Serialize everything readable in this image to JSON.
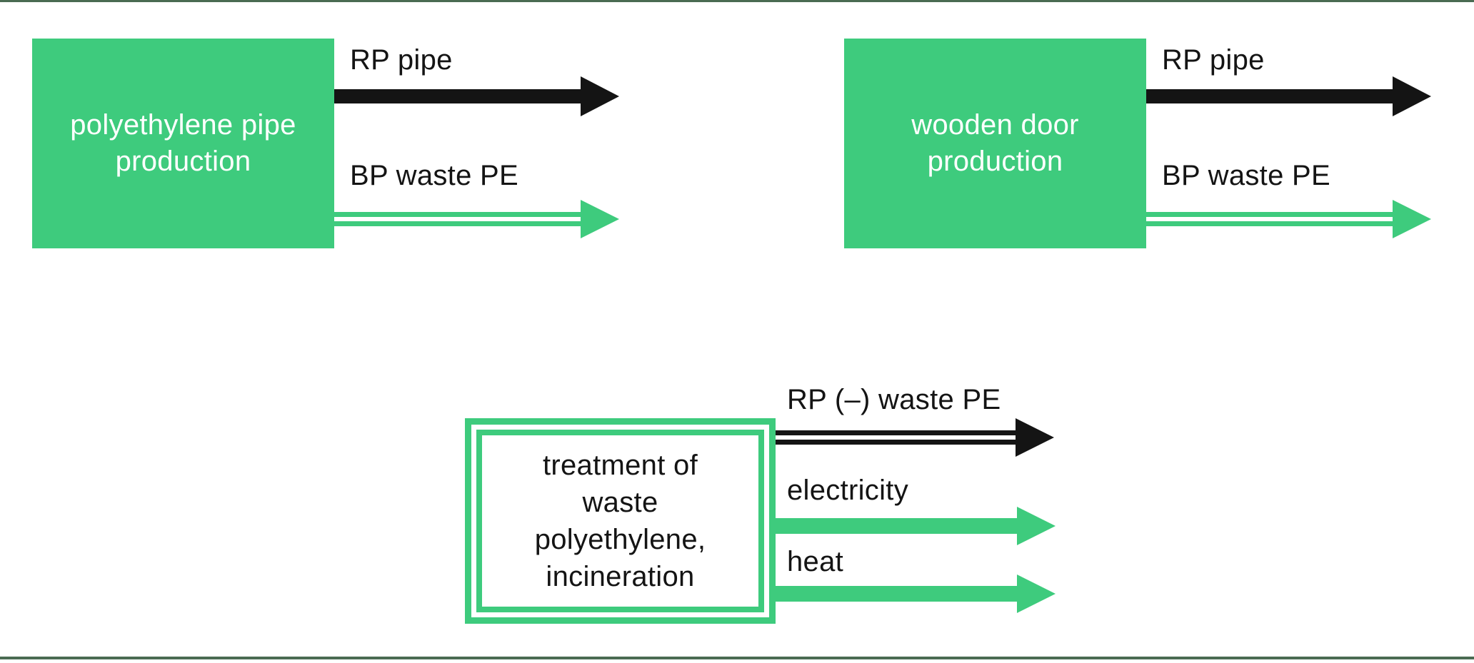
{
  "colors": {
    "green": "#3ecb7d",
    "dark_green": "#4a6b52",
    "ink": "#141414",
    "paper": "#ffffff"
  },
  "processes": {
    "pe_pipe": {
      "name_line1": "polyethylene pipe",
      "name_line2": "production",
      "output_product": "RP pipe",
      "output_byproduct": "BP waste PE"
    },
    "wooden_door": {
      "name_line1": "wooden door",
      "name_line2": "production",
      "output_product": "RP pipe",
      "output_byproduct": "BP waste PE"
    },
    "waste_treatment": {
      "name_line1": "treatment of",
      "name_line2": "waste",
      "name_line3": "polyethylene,",
      "name_line4": "incineration",
      "output_reference": "RP (–) waste PE",
      "output_electricity": "electricity",
      "output_heat": "heat"
    }
  }
}
